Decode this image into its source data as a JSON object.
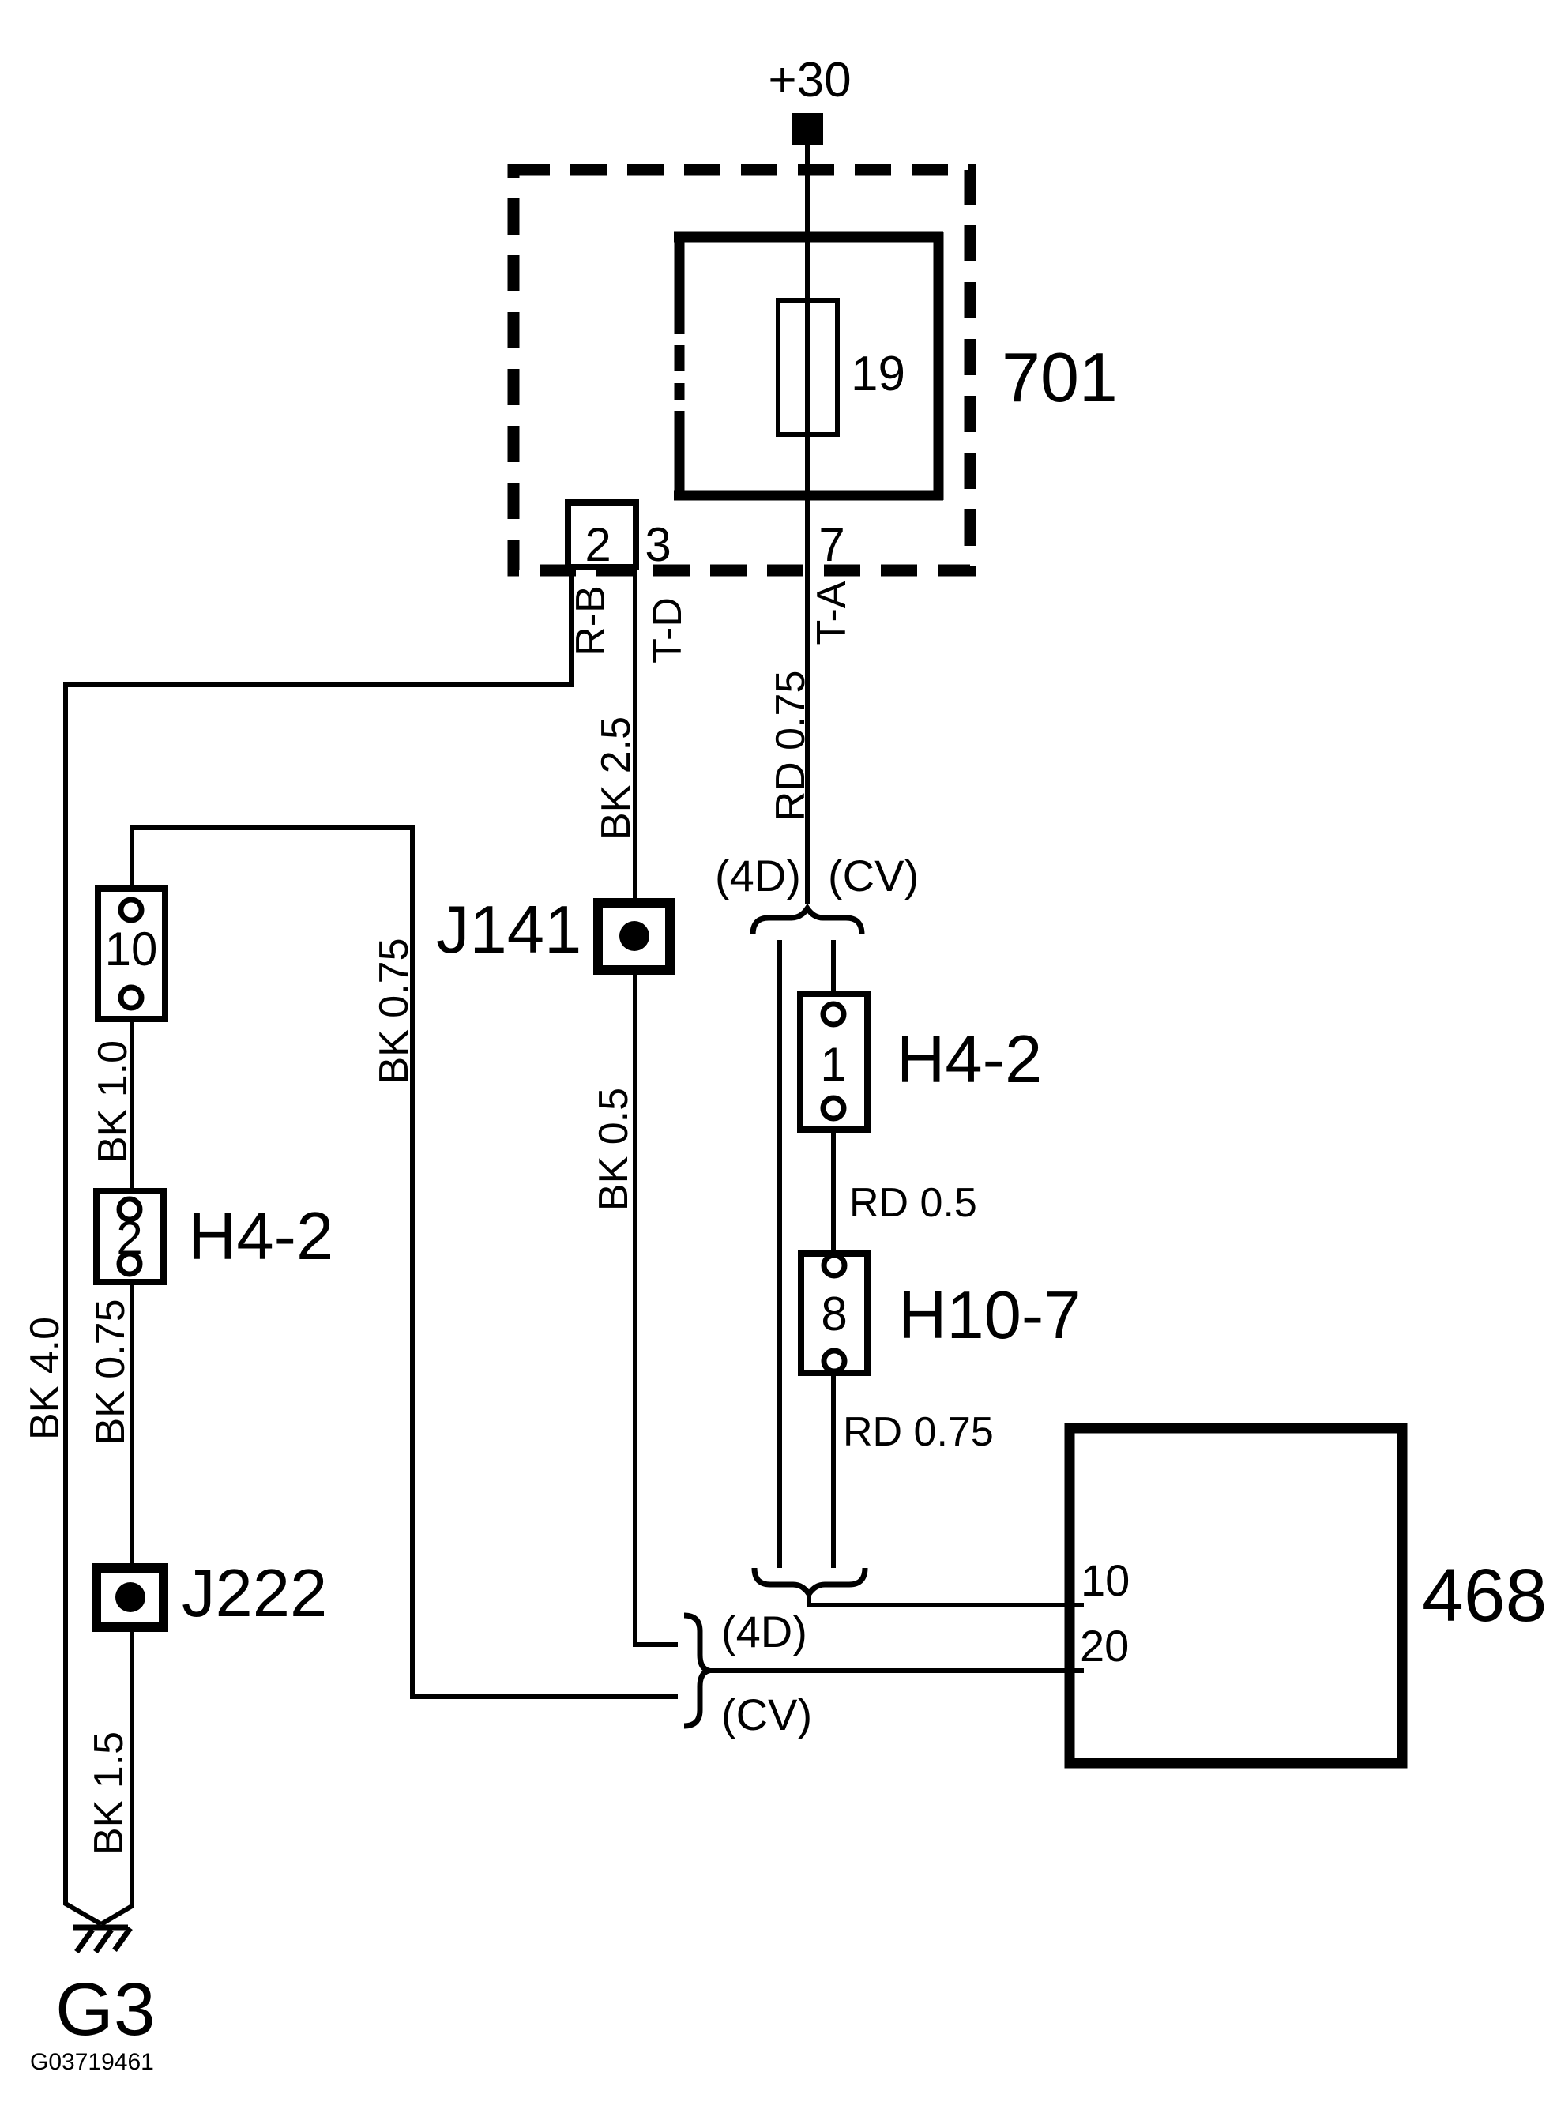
{
  "power_supply": {
    "terminal": "+30"
  },
  "fusebox_701": {
    "id": "701",
    "fuse_number": "19",
    "pins": {
      "p2": "2",
      "p3": "3",
      "p7": "7"
    },
    "wire_codes": {
      "rb": "R-B",
      "td": "T-D",
      "ta": "T-A"
    }
  },
  "wires": {
    "bk25": "BK 2.5",
    "rd075_upper": "RD 0.75",
    "bk05": "BK 0.5",
    "rd05": "RD 0.5",
    "rd075_lower": "RD 0.75",
    "bk10": "BK 1.0",
    "bk075_left": "BK 0.75",
    "bk075_mid": "BK 0.75",
    "bk40": "BK 4.0",
    "bk15": "BK 1.5"
  },
  "variants": {
    "sedan": "(4D)",
    "convertible": "(CV)"
  },
  "junctions": {
    "j141": "J141",
    "j222": "J222"
  },
  "connectors": {
    "h42_right": {
      "name": "H4-2",
      "pin": "1"
    },
    "h107": {
      "name": "H10-7",
      "pin": "8"
    },
    "left_conn": {
      "pin": "10"
    },
    "h42_left": {
      "name": "H4-2",
      "pin": "2"
    }
  },
  "control_unit_468": {
    "id": "468",
    "pin10": "10",
    "pin20": "20"
  },
  "ground": {
    "id": "G3"
  },
  "footer": {
    "doc_id": "G03719461"
  }
}
